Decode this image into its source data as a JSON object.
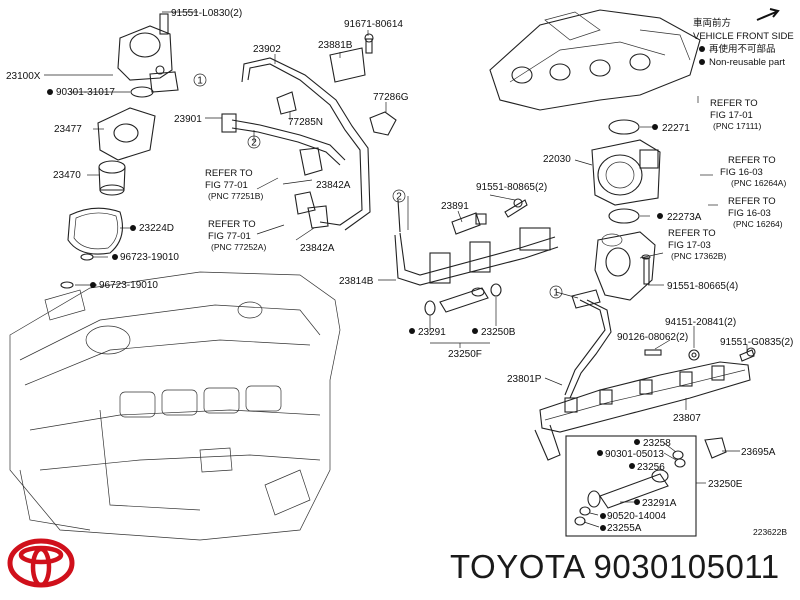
{
  "legend": {
    "direction_jp": "車両前方",
    "direction_en": "VEHICLE FRONT SIDE",
    "reuse_jp": "再使用不可部品",
    "reuse_en": "Non-reusable part"
  },
  "labels": {
    "p23100X": "23100X",
    "p91551_L0830": "91551-L0830(2)",
    "p90301_31017": "90301-31017",
    "p23477": "23477",
    "p23470": "23470",
    "p23224D": "23224D",
    "p96723_19010a": "96723-19010",
    "p96723_19010b": "96723-19010",
    "p23902": "23902",
    "p23901": "23901",
    "p23881B": "23881B",
    "p91671_80614": "91671-80614",
    "p77286G": "77286G",
    "p77285N": "77285N",
    "p23842A_a": "23842A",
    "p23842A_b": "23842A",
    "p91551_80865_2": "91551-80865(2)",
    "p23891": "23891",
    "p23814B": "23814B",
    "p23291": "23291",
    "p23250B": "23250B",
    "p23250F": "23250F",
    "p22271": "22271",
    "p22030": "22030",
    "p22273A": "22273A",
    "p91551_80665_4": "91551-80665(4)",
    "p94151_20841": "94151-20841(2)",
    "p90126_08062": "90126-08062(2)",
    "p91551_G0835": "91551-G0835(2)",
    "p23801P": "23801P",
    "p23807": "23807",
    "p23258": "23258",
    "p90301_05013": "90301-05013",
    "p23256": "23256",
    "p23695A": "23695A",
    "p23250E": "23250E",
    "p23291A": "23291A",
    "p90520_14004": "90520-14004",
    "p23255A": "23255A",
    "diagram_id": "223622B"
  },
  "refs": {
    "r1": {
      "line1": "REFER TO",
      "line2": "FIG 77-01",
      "pnc": "(PNC 77251B)"
    },
    "r2": {
      "line1": "REFER TO",
      "line2": "FIG 77-01",
      "pnc": "(PNC 77252A)"
    },
    "r3": {
      "line1": "REFER TO",
      "line2": "FIG 17-01",
      "pnc": "(PNC 17111)"
    },
    "r4": {
      "line1": "REFER TO",
      "line2": "FIG 16-03",
      "pnc": "(PNC 16264A)"
    },
    "r5": {
      "line1": "REFER TO",
      "line2": "FIG 16-03",
      "pnc": "(PNC 16264)"
    },
    "r6": {
      "line1": "REFER TO",
      "line2": "FIG 17-03",
      "pnc": "(PNC 17362B)"
    }
  },
  "callouts": {
    "c1a": "1",
    "c1b": "1",
    "c2a": "2",
    "c2b": "2"
  },
  "footer": {
    "brand": "TOYOTA",
    "part_number": "9030105011",
    "logo_color": "#d0101b"
  }
}
